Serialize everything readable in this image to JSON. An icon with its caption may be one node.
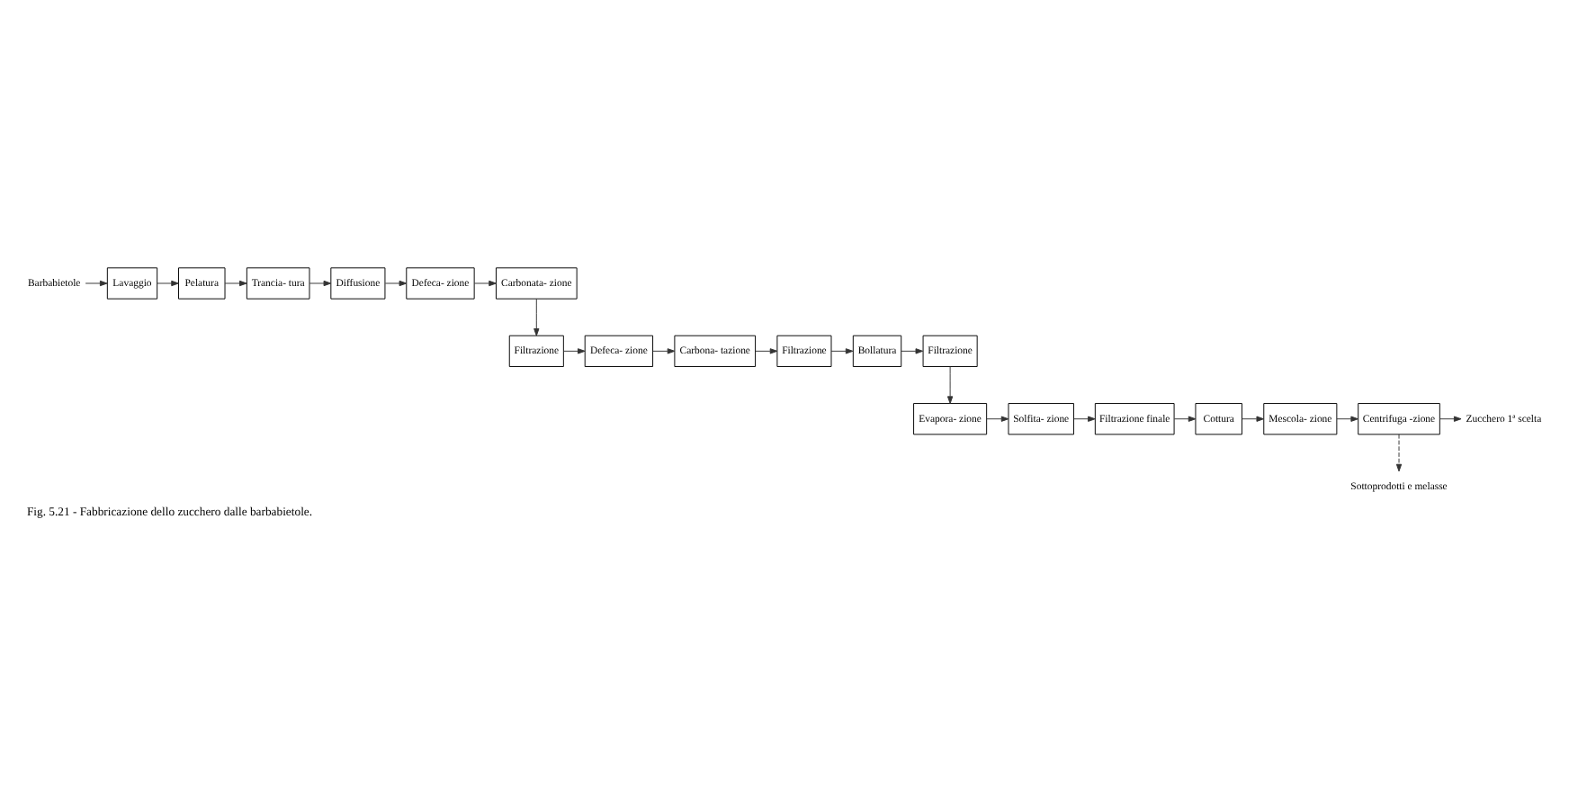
{
  "diagram": {
    "caption": "Fig. 5.21 - Fabbricazione dello zucchero dalle barbabietole.",
    "nodes": [
      {
        "text": [
          "Barbabietole"
        ]
      },
      {
        "text": [
          "Lavaggio"
        ]
      },
      {
        "text": [
          "Pelatura"
        ]
      },
      {
        "text": [
          "Trancia- tura"
        ]
      },
      {
        "text": [
          "Diffusione"
        ]
      },
      {
        "text": [
          "Defeca- zione"
        ]
      },
      {
        "text": [
          "Carbonata- zione"
        ]
      },
      {
        "text": [
          "Filtrazione"
        ]
      },
      {
        "text": [
          "Defeca- zione"
        ]
      },
      {
        "text": [
          "Carbona- tazione"
        ]
      },
      {
        "text": [
          "Filtrazione"
        ]
      },
      {
        "text": [
          "Bollatura"
        ]
      },
      {
        "text": [
          "Filtrazione"
        ]
      },
      {
        "text": [
          "Evapora- zione"
        ]
      },
      {
        "text": [
          "Solfita- zione"
        ]
      },
      {
        "text": [
          "Filtrazione finale"
        ]
      },
      {
        "text": [
          "Cottura"
        ]
      },
      {
        "text": [
          "Mescola- zione"
        ]
      },
      {
        "text": [
          "Centrifuga -zione"
        ]
      },
      {
        "text": [
          "Zucchero 1ª scelta"
        ]
      },
      {
        "text": [
          "Sottoprodotti e melasse"
        ]
      }
    ],
    "edges": [
      {
        "from": 0,
        "to": 1,
        "arrow": "to"
      },
      {
        "from": 1,
        "to": 2,
        "arrow": "to"
      },
      {
        "from": 2,
        "to": 3,
        "arrow": "to"
      },
      {
        "from": 3,
        "to": 4,
        "arrow": "to"
      },
      {
        "from": 4,
        "to": 5,
        "arrow": "to"
      },
      {
        "from": 5,
        "to": 6,
        "arrow": "to"
      },
      {
        "from": 6,
        "to": 7,
        "arrow": "to"
      },
      {
        "from": 7,
        "to": 8,
        "arrow": "to"
      },
      {
        "from": 8,
        "to": 9,
        "arrow": "to"
      },
      {
        "from": 9,
        "to": 10,
        "arrow": "to"
      },
      {
        "from": 10,
        "to": 11,
        "arrow": "to"
      },
      {
        "from": 11,
        "to": 12,
        "arrow": "to"
      },
      {
        "from": 12,
        "to": 13,
        "arrow": "to"
      },
      {
        "from": 13,
        "to": 14,
        "arrow": "to"
      },
      {
        "from": 14,
        "to": 15,
        "arrow": "to"
      },
      {
        "from": 15,
        "to": 16,
        "arrow": "to"
      },
      {
        "from": 16,
        "to": 17,
        "arrow": "to"
      },
      {
        "from": 17,
        "to": 18,
        "arrow": "to"
      },
      {
        "from": 18,
        "to": 19,
        "arrow": "to"
      },
      {
        "from": 18,
        "to": 20,
        "arrow": "to",
        "style": "dashed"
      }
    ]
  }
}
